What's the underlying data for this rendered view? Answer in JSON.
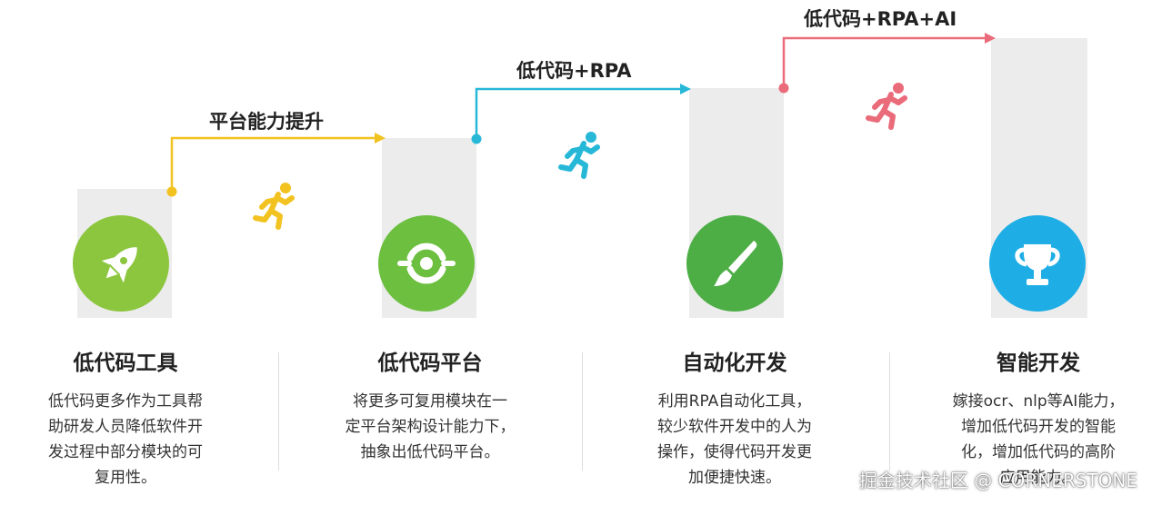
{
  "steps": [
    {
      "label": "平台能力提升",
      "color": "#f2c320"
    },
    {
      "label": "低代码+RPA",
      "color": "#27b8d8"
    },
    {
      "label": "低代码+RPA+AI",
      "color": "#ea6b7a"
    }
  ],
  "stages": [
    {
      "title": "低代码工具",
      "icon": "rocket-icon",
      "color": "#8cc63e",
      "desc": "低代码更多作为工具帮\n助研发人员降低软件开\n发过程中部分模块的可\n复用性。"
    },
    {
      "title": "低代码平台",
      "icon": "sync-icon",
      "color": "#6cbf3f",
      "desc": "将更多可复用模块在一\n定平台架构设计能力下，\n抽象出低代码平台。"
    },
    {
      "title": "自动化开发",
      "icon": "brush-icon",
      "color": "#4dae45",
      "desc": "利用RPA自动化工具，\n较少软件开发中的人为\n操作，使得代码开发更\n加便捷快速。"
    },
    {
      "title": "智能开发",
      "icon": "trophy-icon",
      "color": "#1eaee5",
      "desc": "嫁接ocr、nlp等AI能力，\n增加低代码开发的智能\n化，增加低代码的高阶\n应用能力。"
    }
  ],
  "watermark": "掘金技术社区 @ CORNERSTONE"
}
